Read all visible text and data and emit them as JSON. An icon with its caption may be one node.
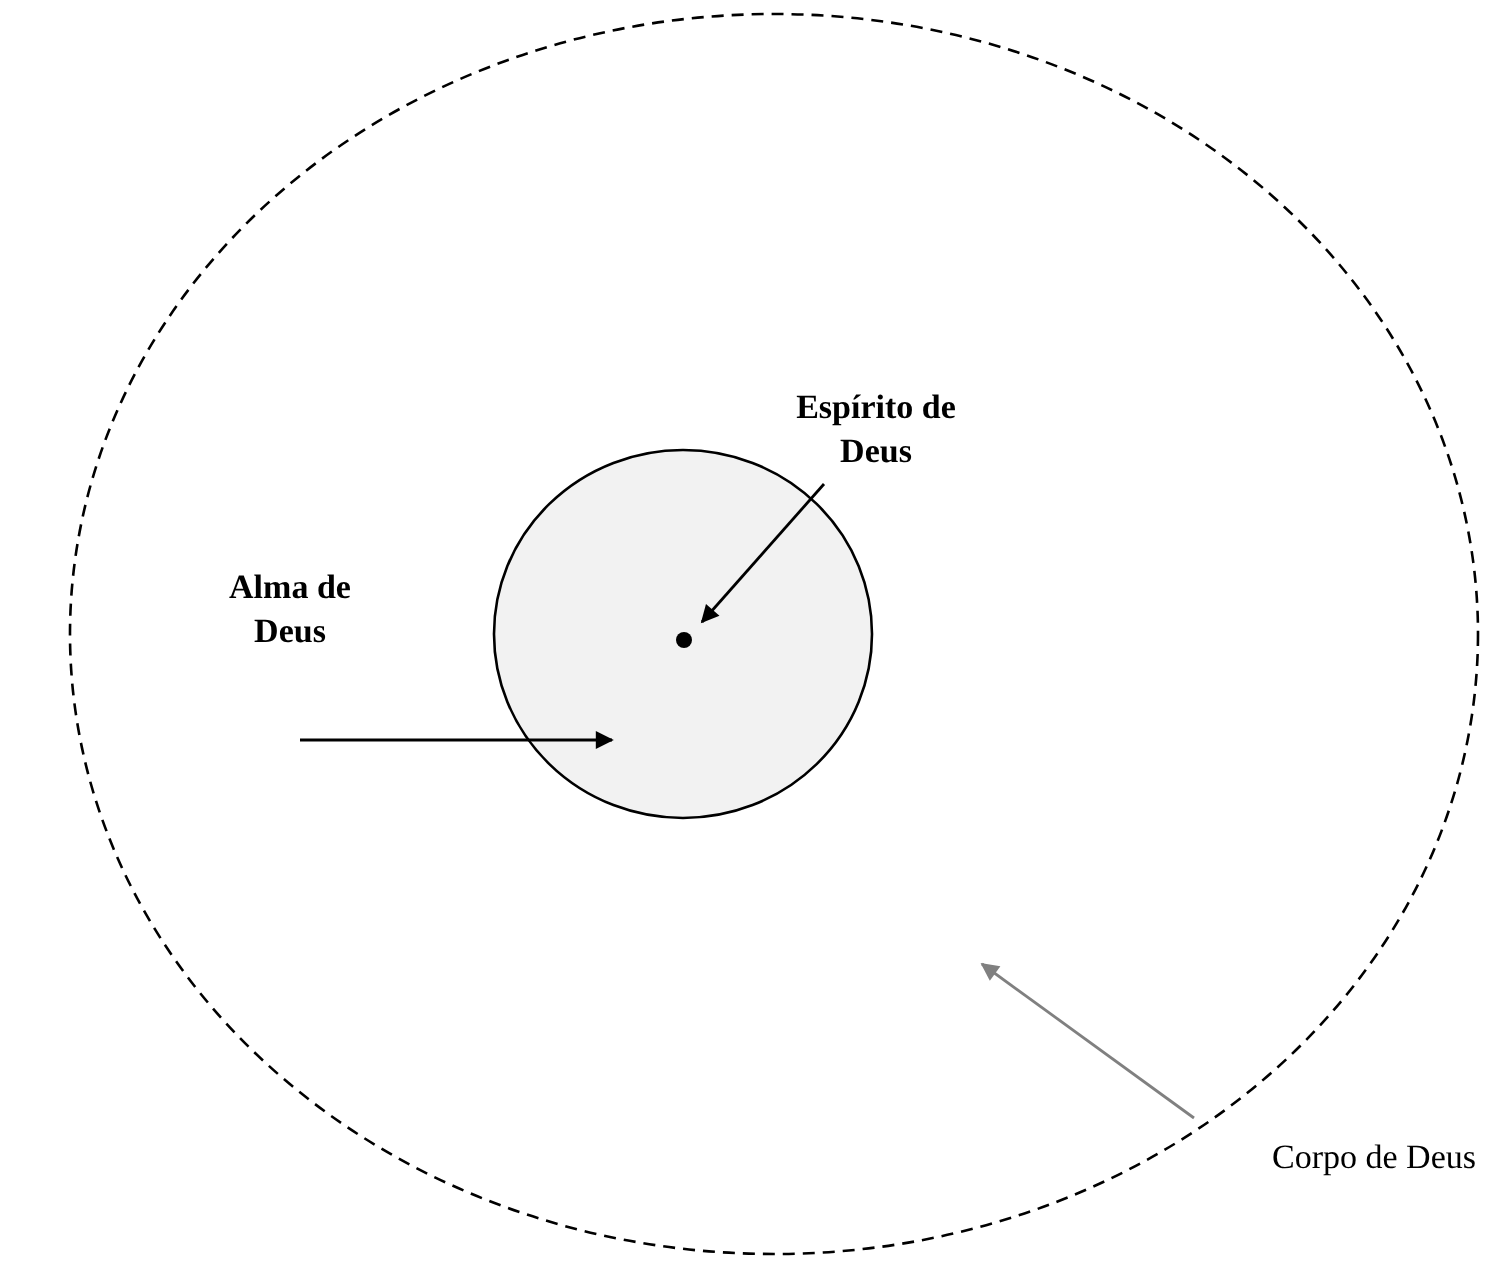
{
  "diagram": {
    "nodes": [
      {
        "text": [],
        "shape": "circle"
      },
      {
        "text": [],
        "shape": "circle",
        "in": 0
      },
      {
        "text": [],
        "shape": "circle",
        "in": 1
      },
      {
        "text": [
          "Espírito de Deus"
        ],
        "in": 0
      },
      {
        "text": [
          "Alma de Deus"
        ],
        "in": 0
      },
      {
        "text": [
          "Corpo de Deus"
        ]
      }
    ],
    "edges": [
      {
        "from": 3,
        "to": 2,
        "arrow": "to"
      },
      {
        "from": 4,
        "to": 1,
        "arrow": "to"
      },
      {
        "from": 5,
        "to": null,
        "arrow": "to",
        "color": "#808080"
      }
    ]
  }
}
